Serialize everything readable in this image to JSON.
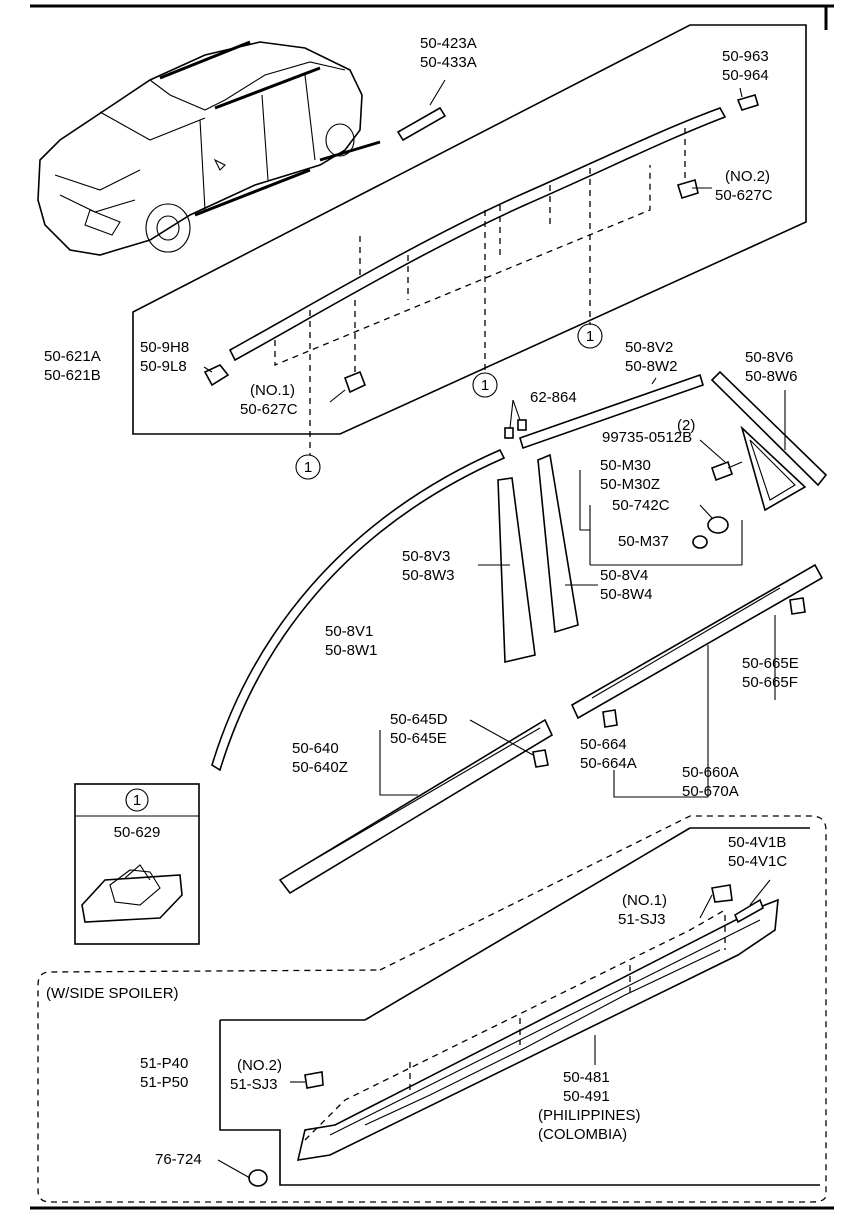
{
  "header_border": "",
  "callouts": {
    "c1": [
      "50-423A",
      "50-433A"
    ],
    "c2": [
      "50-963",
      "50-964"
    ],
    "c3": [
      "(NO.2)",
      "50-627C"
    ],
    "c4": [
      "50-621A",
      "50-621B"
    ],
    "c5": [
      "50-9H8",
      "50-9L8"
    ],
    "c6": [
      "(NO.1)",
      "50-627C"
    ],
    "c7": [
      "50-8V2",
      "50-8W2"
    ],
    "c8": [
      "50-8V6",
      "50-8W6"
    ],
    "c9": [
      "62-864"
    ],
    "c10": [
      "(2)",
      "99735-0512B"
    ],
    "c11": [
      "50-M30",
      "50-M30Z"
    ],
    "c12": [
      "50-742C"
    ],
    "c13": [
      "50-M37"
    ],
    "c14": [
      "50-8V3",
      "50-8W3"
    ],
    "c15": [
      "50-8V4",
      "50-8W4"
    ],
    "c16": [
      "50-8V1",
      "50-8W1"
    ],
    "c17": [
      "50-665E",
      "50-665F"
    ],
    "c18": [
      "50-645D",
      "50-645E"
    ],
    "c19": [
      "50-640",
      "50-640Z"
    ],
    "c20": [
      "50-664",
      "50-664A"
    ],
    "c21": [
      "50-660A",
      "50-670A"
    ],
    "c22": [
      "50-4V1B",
      "50-4V1C"
    ],
    "c23": [
      "(NO.1)",
      "51-SJ3"
    ],
    "c24": [
      "51-P40",
      "51-P50"
    ],
    "c25": [
      "(NO.2)",
      "51-SJ3"
    ],
    "c26": [
      "50-481",
      "50-491",
      "(PHILIPPINES)",
      "(COLOMBIA)"
    ],
    "c27": [
      "76-724"
    ]
  },
  "circle_marker": "1",
  "inset": {
    "marker": "1",
    "part": "50-629"
  },
  "spoiler_label": "(W/SIDE SPOILER)"
}
